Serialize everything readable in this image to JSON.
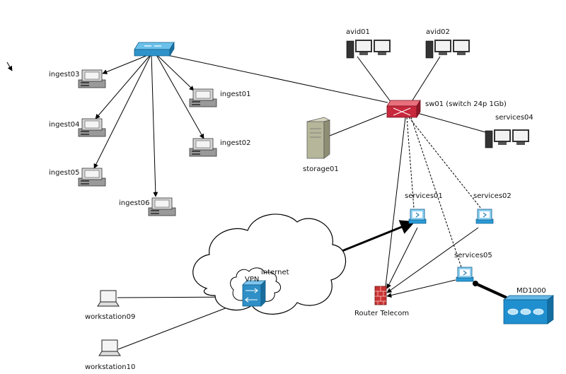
{
  "labels": {
    "ingest01": "ingest01",
    "ingest02": "ingest02",
    "ingest03": "ingest03",
    "ingest04": "ingest04",
    "ingest05": "ingest05",
    "ingest06": "ingest06",
    "avid01": "avid01",
    "avid02": "avid02",
    "sw01": "sw01 (switch 24p 1Gb)",
    "services04": "services04",
    "storage01": "storage01",
    "services01": "services01",
    "services02": "services02",
    "services05": "services05",
    "internet": "internet",
    "vpn": "VPN",
    "router": "Router Telecom",
    "md1000": "MD1000",
    "workstation09": "workstation09",
    "workstation10": "workstation10"
  },
  "colors": {
    "blue_switch": "#2f93c9",
    "red_switch": "#c8283c",
    "device_blue": "#2a9bd6",
    "md1000": "#1f8fcf",
    "storage": "#b6b69a",
    "monitor": "#cfcfcf"
  }
}
